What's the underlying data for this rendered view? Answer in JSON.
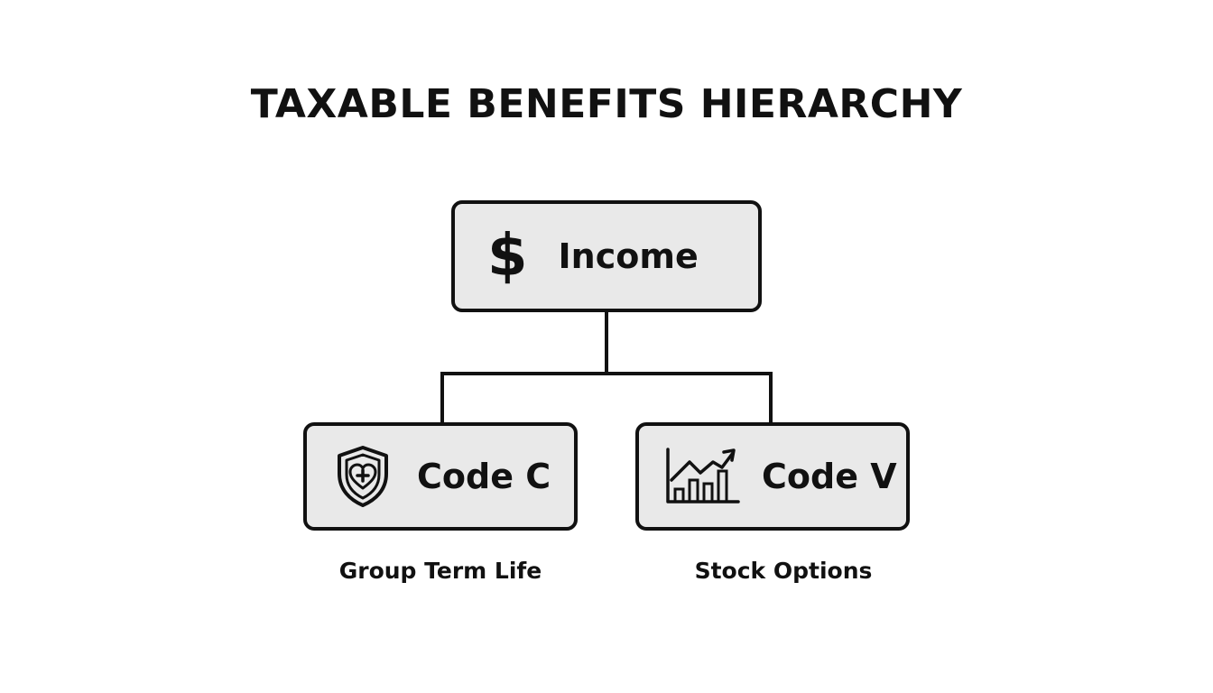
{
  "title": "TAXABLE BENEFITS HIERARCHY",
  "root": {
    "label": "Income",
    "icon": "dollar-icon",
    "glyph": "$"
  },
  "children": [
    {
      "label": "Code C",
      "icon": "heart-shield-icon",
      "caption": "Group Term Life"
    },
    {
      "label": "Code V",
      "icon": "growth-chart-icon",
      "caption": "Stock Options"
    }
  ],
  "colors": {
    "background": "#ffffff",
    "node_fill": "#e9e9e9",
    "stroke": "#111111"
  }
}
